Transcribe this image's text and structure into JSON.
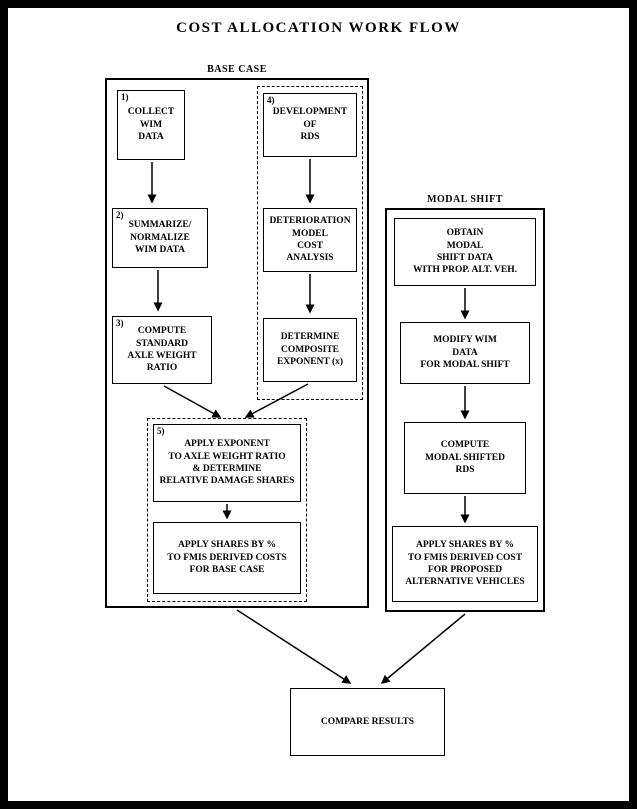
{
  "title": "COST ALLOCATION WORK FLOW",
  "base_case": {
    "label": "BASE CASE",
    "steps": {
      "collect": {
        "num": "1)",
        "text": "COLLECT\nWIM\nDATA"
      },
      "summarize": {
        "num": "2)",
        "text": "SUMMARIZE/\nNORMALIZE\nWIM DATA"
      },
      "compute_ratio": {
        "num": "3)",
        "text": "COMPUTE\nSTANDARD\nAXLE WEIGHT\nRATIO"
      },
      "development": {
        "num": "4)",
        "text": "DEVELOPMENT\nOF\nRDS"
      },
      "deterioration": {
        "text": "DETERIORATION\nMODEL\nCOST\nANALYSIS"
      },
      "determine_exponent": {
        "text": "DETERMINE\nCOMPOSITE\nEXPONENT (x)"
      },
      "apply_exponent": {
        "num": "5)",
        "text": "APPLY EXPONENT\nTO AXLE WEIGHT RATIO\n& DETERMINE\nRELATIVE DAMAGE SHARES"
      },
      "apply_shares": {
        "text": "APPLY SHARES BY %\nTO FMIS DERIVED COSTS\nFOR BASE CASE"
      }
    }
  },
  "modal_shift": {
    "label": "MODAL SHIFT",
    "steps": {
      "obtain": {
        "text": "OBTAIN\nMODAL\nSHIFT DATA\nWITH PROP. ALT. VEH."
      },
      "modify": {
        "text": "MODIFY WIM\nDATA\nFOR MODAL SHIFT"
      },
      "compute_rds": {
        "text": "COMPUTE\nMODAL SHIFTED\nRDS"
      },
      "apply_shares": {
        "text": "APPLY SHARES BY %\nTO FMIS DERIVED COST\nFOR PROPOSED\nALTERNATIVE VEHICLES"
      }
    }
  },
  "result": {
    "text": "COMPARE RESULTS"
  },
  "colors": {
    "line": "#000000",
    "background": "#ffffff"
  }
}
